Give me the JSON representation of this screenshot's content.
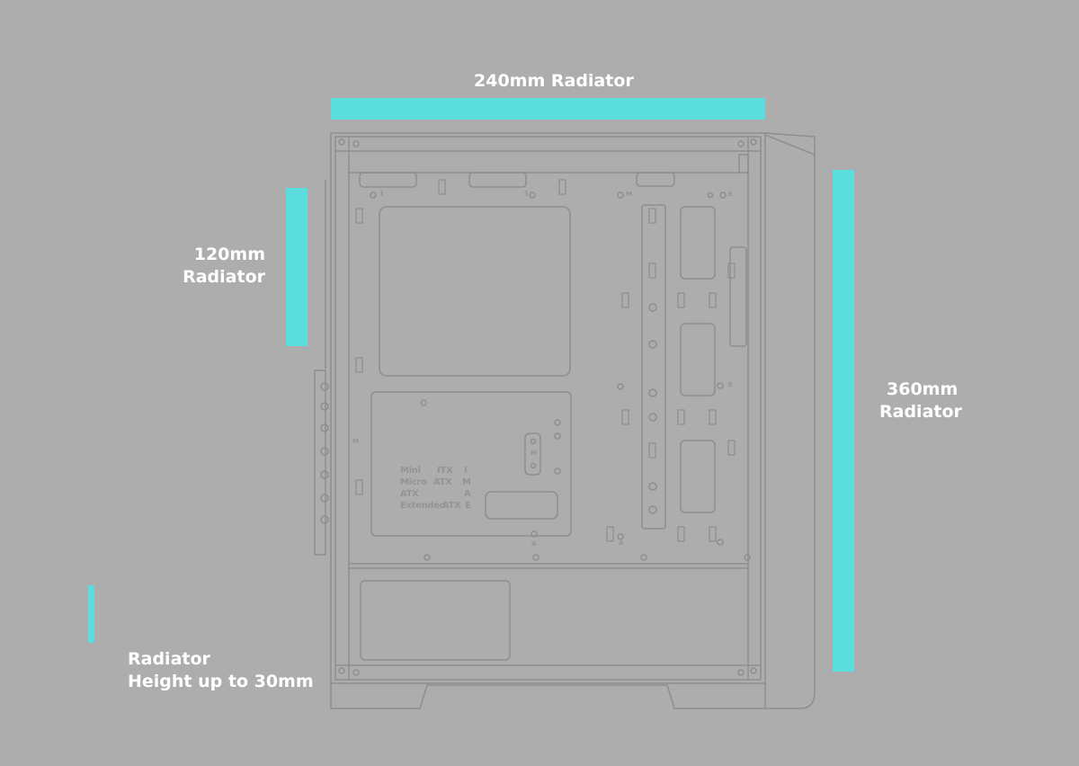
{
  "colors": {
    "background": "#adadad",
    "accent": "#5cdddd",
    "line": "#8e8e8e",
    "label": "#ffffff"
  },
  "labels": {
    "top": "240mm Radiator",
    "left_line1": "120mm",
    "left_line2": "Radiator",
    "right_line1": "360mm",
    "right_line2": "Radiator",
    "legend_line1": "Radiator",
    "legend_line2": "Height up to 30mm"
  },
  "motherboard_table": [
    {
      "name": "Mini",
      "type": "ITX",
      "code": "I"
    },
    {
      "name": "Micro",
      "type": "ATX",
      "code": "M"
    },
    {
      "name": "ATX",
      "type": "",
      "code": "A"
    },
    {
      "name": "Extended",
      "type": "ATX",
      "code": "E"
    }
  ],
  "standoff_marks": {
    "i": "I",
    "m": "M",
    "a": "A",
    "e": "E"
  }
}
